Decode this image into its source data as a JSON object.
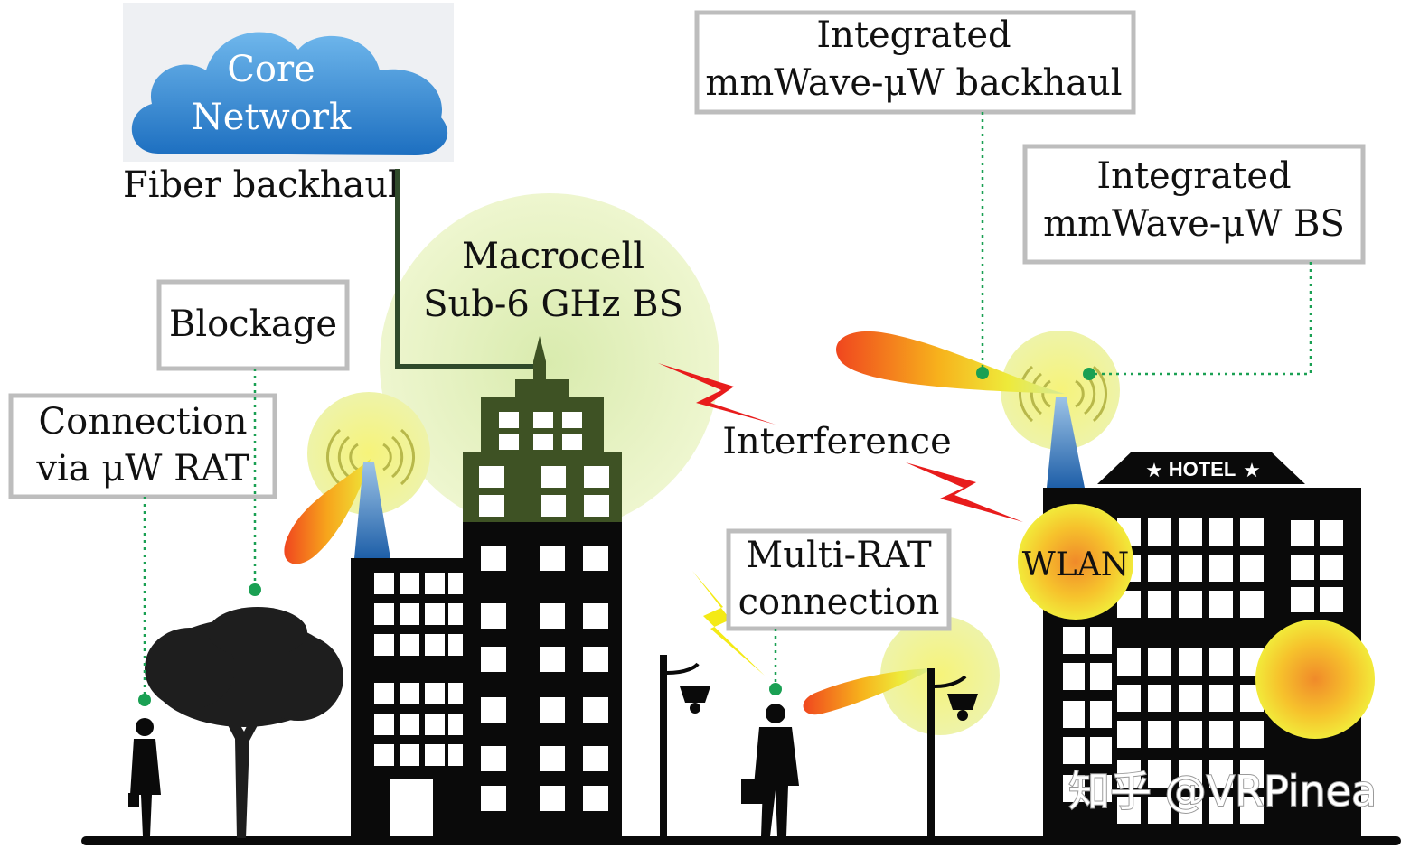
{
  "labels": {
    "core_network_line1": "Core",
    "core_network_line2": "Network",
    "fiber_backhaul": "Fiber backhaul",
    "integrated_backhaul_line1": "Integrated",
    "integrated_backhaul_line2": "mmWave-μW backhaul",
    "integrated_bs_line1": "Integrated",
    "integrated_bs_line2": "mmWave-μW BS",
    "macrocell_line1": "Macrocell",
    "macrocell_line2": "Sub-6 GHz BS",
    "blockage": "Blockage",
    "connection_line1": "Connection",
    "connection_line2": "via μW RAT",
    "interference": "Interference",
    "multi_rat_line1": "Multi-RAT",
    "multi_rat_line2": "connection",
    "wlan": "WLAN",
    "hotel": "HOTEL"
  },
  "watermark": "知乎 @VRPinea",
  "icons": {
    "cloud": "cloud-icon",
    "star": "star-icon",
    "lightning": "lightning-icon"
  },
  "colors": {
    "cloud_blue": "#3a8fd6",
    "bubble_green": "#e2f0b8",
    "bubble_yellow": "#f3f08a",
    "pointer_green": "#1aa053",
    "box_border": "#bdbdbd",
    "fiber": "#2f4a2a",
    "building": "#0a0a0a",
    "antenna_blue": "#1e5fa8"
  }
}
